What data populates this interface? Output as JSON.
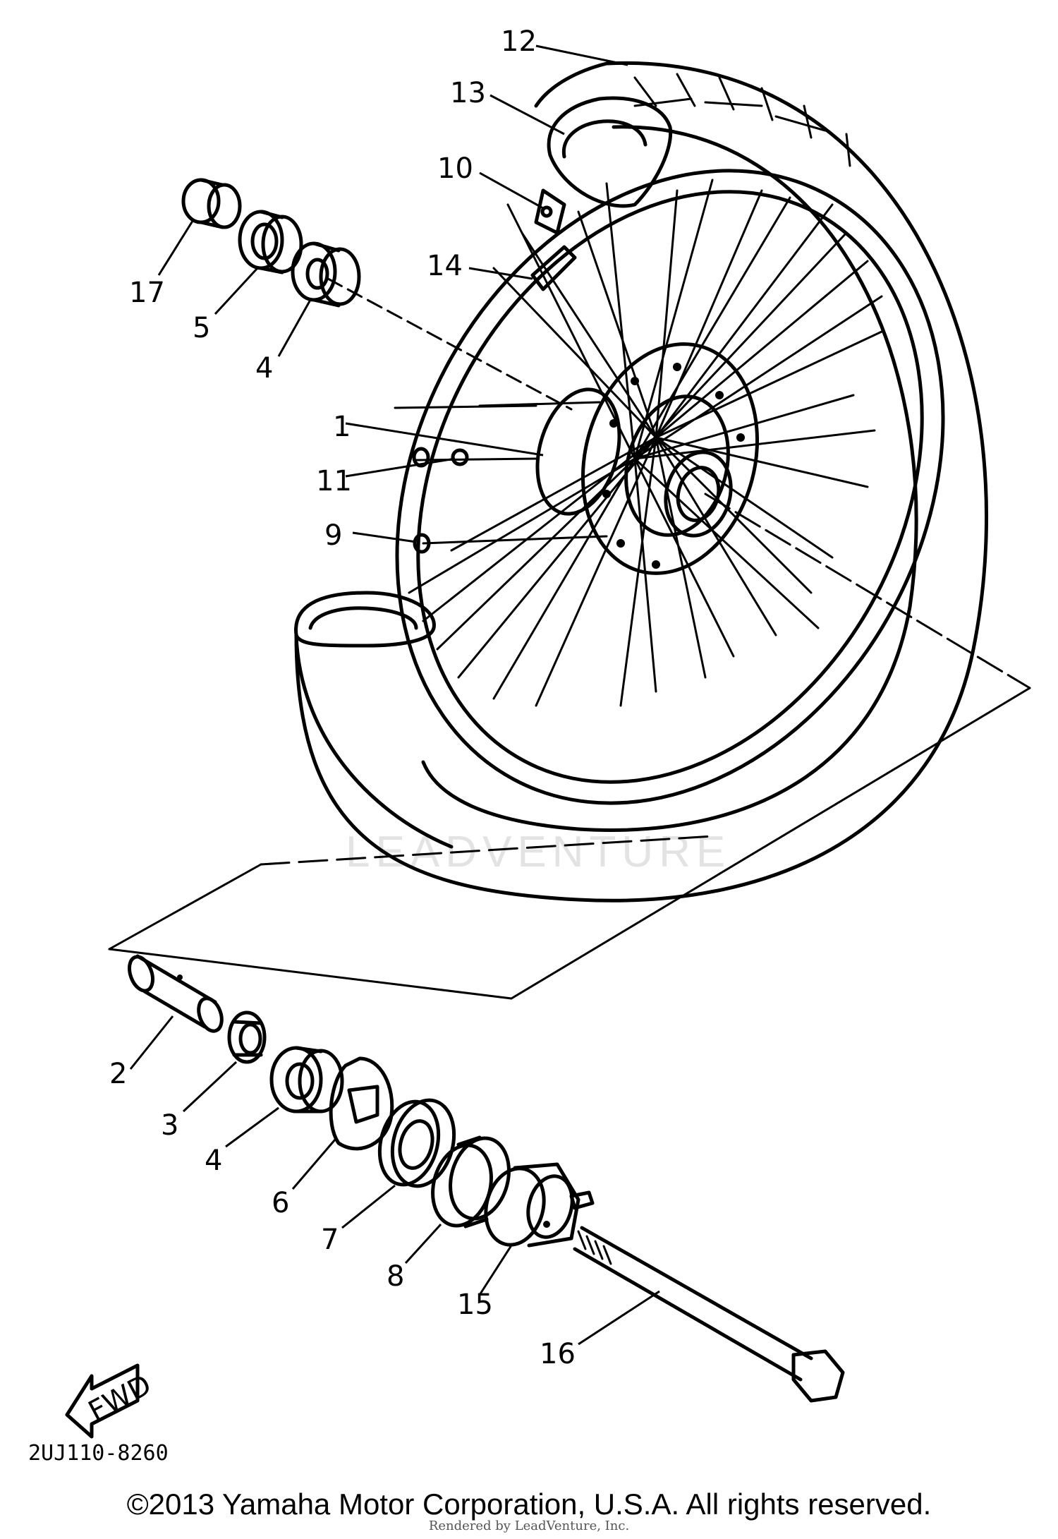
{
  "diagram": {
    "callouts": [
      "1",
      "2",
      "3",
      "4",
      "4",
      "5",
      "6",
      "7",
      "8",
      "9",
      "10",
      "11",
      "12",
      "13",
      "14",
      "15",
      "16",
      "17"
    ],
    "fwd_label": "FWD",
    "part_code": "2UJ110-8260",
    "watermark": "LEADVENTURE"
  },
  "footer": {
    "copyright": "©2013 Yamaha Motor Corporation, U.S.A. All rights reserved.",
    "rendered_by": "Rendered by LeadVenture, Inc."
  }
}
